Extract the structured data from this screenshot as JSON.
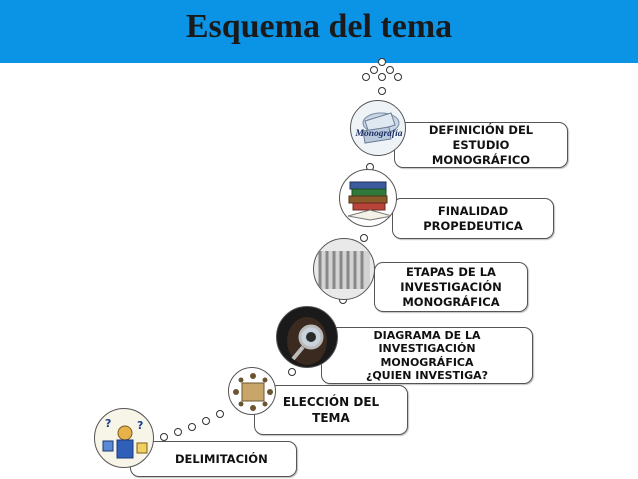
{
  "title": "Esquema del tema",
  "steps": [
    {
      "lines": [
        "DEFINICIÓN DEL",
        "ESTUDIO",
        "MONOGRÁFICO"
      ],
      "icon": "monografia-icon",
      "icon_text": "Monografía"
    },
    {
      "lines": [
        "FINALIDAD",
        "PROPEDEUTICA"
      ],
      "icon": "books-icon"
    },
    {
      "lines": [
        "ETAPAS DE LA",
        "INVESTIGACIÓN",
        "MONOGRÁFICA"
      ],
      "icon": "pages-icon"
    },
    {
      "lines": [
        "DIAGRAMA DE LA",
        "INVESTIGACIÓN",
        "MONOGRÁFICA",
        "¿QUIEN INVESTIGA?"
      ],
      "icon": "magnifier-icon"
    },
    {
      "lines": [
        "ELECCIÓN DEL",
        "TEMA"
      ],
      "icon": "team-table-icon"
    },
    {
      "lines": [
        "DELIMITACIÓN"
      ],
      "icon": "question-person-icon"
    }
  ],
  "colors": {
    "header": "#0b93e6",
    "title": "#1a1a1a",
    "box_border": "#555555"
  }
}
